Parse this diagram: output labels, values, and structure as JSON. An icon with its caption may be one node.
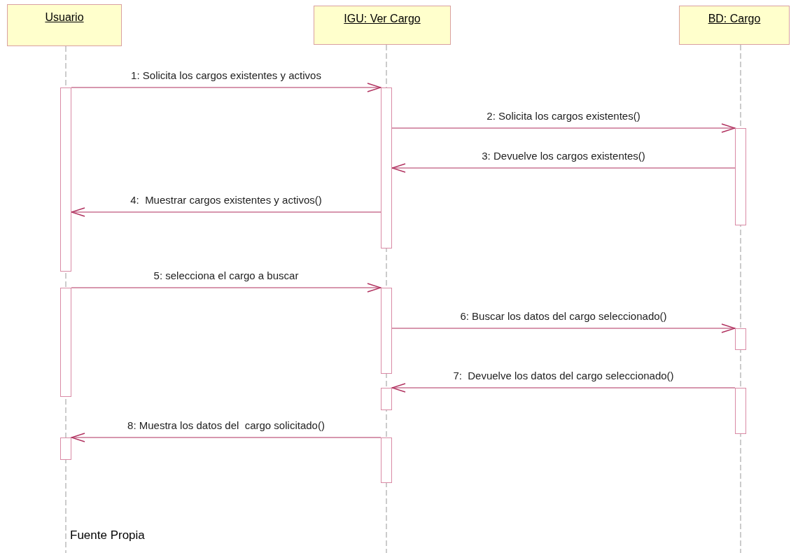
{
  "diagram": {
    "nodes": [
      {
        "text": [
          "Usuario"
        ]
      },
      {
        "text": [
          "IGU: Ver Cargo"
        ]
      },
      {
        "text": [
          "BD: Cargo"
        ]
      },
      {
        "text": [],
        "shape": "bar"
      },
      {
        "text": [],
        "shape": "bar"
      },
      {
        "text": [],
        "shape": "bar"
      },
      {
        "text": [],
        "shape": "bar"
      },
      {
        "text": [],
        "shape": "bar"
      },
      {
        "text": [],
        "shape": "bar"
      },
      {
        "text": [],
        "shape": "bar"
      },
      {
        "text": [],
        "shape": "bar"
      },
      {
        "text": [],
        "shape": "bar"
      },
      {
        "text": [],
        "shape": "bar"
      }
    ],
    "edges": [
      {
        "from": 3,
        "to": 6,
        "arrow": "to",
        "label": "1: Solicita los cargos existentes y activos"
      },
      {
        "from": 6,
        "to": 10,
        "arrow": "to",
        "label": "2: Solicita los cargos existentes()"
      },
      {
        "from": 10,
        "to": 6,
        "arrow": "to",
        "label": "3: Devuelve los cargos existentes()"
      },
      {
        "from": 6,
        "to": 3,
        "arrow": "to",
        "label": "4:  Muestrar cargos existentes y activos()"
      },
      {
        "from": 4,
        "to": 7,
        "arrow": "to",
        "label": "5: selecciona el cargo a buscar"
      },
      {
        "from": 7,
        "to": 11,
        "arrow": "to",
        "label": "6: Buscar los datos del cargo seleccionado()"
      },
      {
        "from": 12,
        "to": 8,
        "arrow": "to",
        "label": "7:  Devuelve los datos del cargo seleccionado()"
      },
      {
        "from": 9,
        "to": 5,
        "arrow": "to",
        "label": "8: Muestra los datos del  cargo solicitado()"
      }
    ],
    "labels": [
      "Fuente Propia"
    ]
  }
}
